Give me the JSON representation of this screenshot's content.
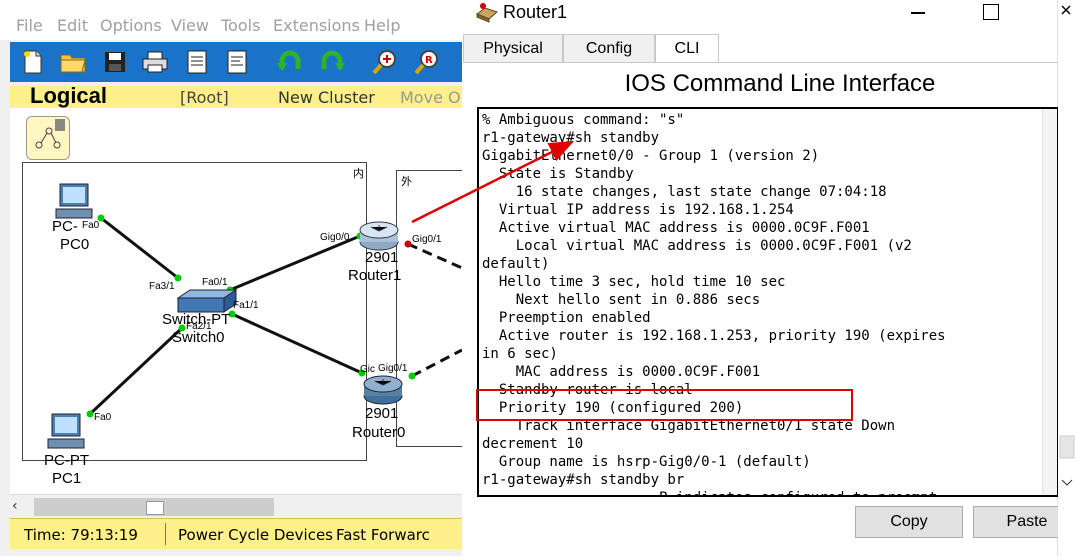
{
  "main_window": {
    "menu": [
      "File",
      "Edit",
      "Options",
      "View",
      "Tools",
      "Extensions",
      "Help"
    ],
    "workspace": {
      "mode": "Logical",
      "root": "[Root]",
      "new_cluster": "New Cluster",
      "move_object": "Move O"
    },
    "network": {
      "regions": [
        {
          "label": "内"
        },
        {
          "label": "外"
        }
      ],
      "devices": [
        {
          "name": "PC0",
          "type_label": "PC-",
          "icon": "pc-icon"
        },
        {
          "name": "PC1",
          "type_label": "PC-PT",
          "icon": "pc-icon"
        },
        {
          "name": "Switch0",
          "type_label": "Switch-PT",
          "icon": "switch-icon"
        },
        {
          "name": "Router1",
          "type_label": "2901",
          "icon": "router-icon"
        },
        {
          "name": "Router0",
          "type_label": "2901",
          "icon": "router-icon"
        }
      ],
      "ports": {
        "pc0_fa0": "Fa0",
        "pc1_fa0": "Fa0",
        "sw_fa3_1": "Fa3/1",
        "sw_fa0_1": "Fa0/1",
        "sw_fa1_1": "Fa1/1",
        "sw_fa2_1": "Fa2/1",
        "r1_gig0_0": "Gig0/0",
        "r1_gig0_1": "Gig0/1",
        "r0_gig_a": "Gic",
        "r0_gig0_1": "Gig0/1"
      }
    },
    "status": {
      "time": "Time: 79:13:19",
      "power_cycle": "Power Cycle Devices",
      "fast_forward": "Fast Forwarc"
    }
  },
  "dialog": {
    "title": "Router1",
    "tabs": [
      {
        "label": "Physical",
        "active": false
      },
      {
        "label": "Config",
        "active": false
      },
      {
        "label": "CLI",
        "active": true
      }
    ],
    "heading": "IOS Command Line Interface",
    "cli_lines": [
      "% Ambiguous command: \"s\"",
      "r1-gateway#sh standby",
      "GigabitEthernet0/0 - Group 1 (version 2)",
      "  State is Standby",
      "    16 state changes, last state change 07:04:18",
      "  Virtual IP address is 192.168.1.254",
      "  Active virtual MAC address is 0000.0C9F.F001",
      "    Local virtual MAC address is 0000.0C9F.F001 (v2",
      "default)",
      "  Hello time 3 sec, hold time 10 sec",
      "    Next hello sent in 0.886 secs",
      "  Preemption enabled",
      "  Active router is 192.168.1.253, priority 190 (expires",
      "in 6 sec)",
      "    MAC address is 0000.0C9F.F001",
      "  Standby router is local",
      "  Priority 190 (configured 200)",
      "    Track interface GigabitEthernet0/1 state Down",
      "decrement 10",
      "  Group name is hsrp-Gig0/0-1 (default)",
      "r1-gateway#sh standby br",
      "                     P indicates configured to preempt."
    ],
    "buttons": {
      "copy": "Copy",
      "paste": "Paste"
    }
  },
  "colors": {
    "toolbar": "#1a72c9",
    "workspace_bar": "#fdf08a",
    "link_up": "#00cc00",
    "link_down": "#cc0000",
    "annotation": "#e00000"
  }
}
